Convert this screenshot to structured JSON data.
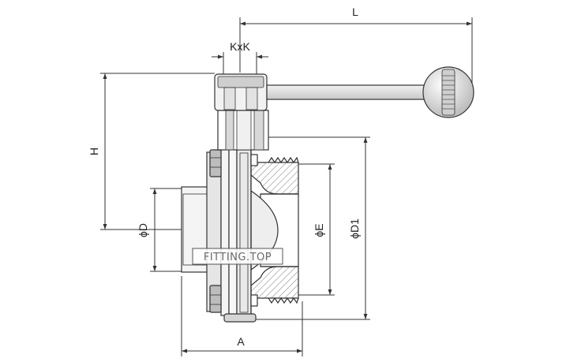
{
  "drawing": {
    "colors": {
      "line": "#333333",
      "hatch": "#7a7a7a",
      "metal": "#dcdcdc",
      "dark": "#4a4a4a",
      "paper": "#ffffff"
    },
    "dimensions": {
      "L": "L",
      "KxK": "KxK",
      "H": "H",
      "D": "ϕD",
      "E": "ϕE",
      "D1": "ϕD1",
      "A": "A"
    },
    "watermark": "FITTING.TOP"
  }
}
